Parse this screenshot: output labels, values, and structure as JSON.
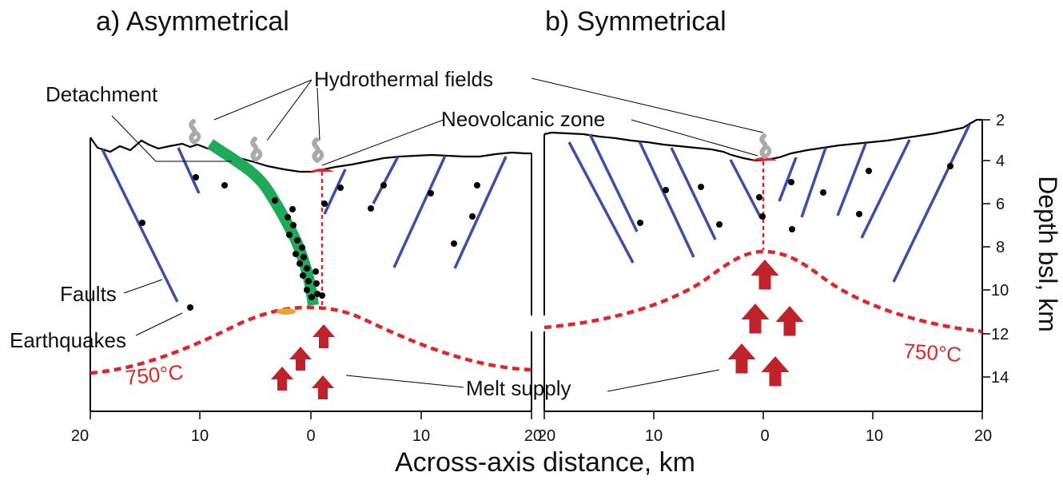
{
  "panels": [
    {
      "title": "a) Asymmetrical"
    },
    {
      "title": "b) Symmetrical"
    }
  ],
  "labels": {
    "hydrothermal": "Hydrothermal fields",
    "detachment": "Detachment",
    "neovolcanic": "Neovolcanic zone",
    "faults": "Faults",
    "earthquakes": "Earthquakes",
    "melt": "Melt supply",
    "isotherm_a": "750°C",
    "isotherm_b": "750°C"
  },
  "x_axis": {
    "title": "Across-axis distance, km",
    "ticks_a": [
      "20",
      "10",
      "0",
      "10",
      "20"
    ],
    "ticks_b": [
      "20",
      "10",
      "0",
      "10",
      "20"
    ]
  },
  "y_axis": {
    "title": "Depth bsl, km",
    "ticks": [
      "2",
      "4",
      "6",
      "8",
      "10",
      "12",
      "14"
    ]
  },
  "colors": {
    "faults": "#3a4fa8",
    "detachment": "#1faa5a",
    "isotherm": "#e0262b",
    "arrows": "#c0222b",
    "vent": "#aaaaaa",
    "earthquake": "#000000",
    "magma": "#f0a030"
  }
}
